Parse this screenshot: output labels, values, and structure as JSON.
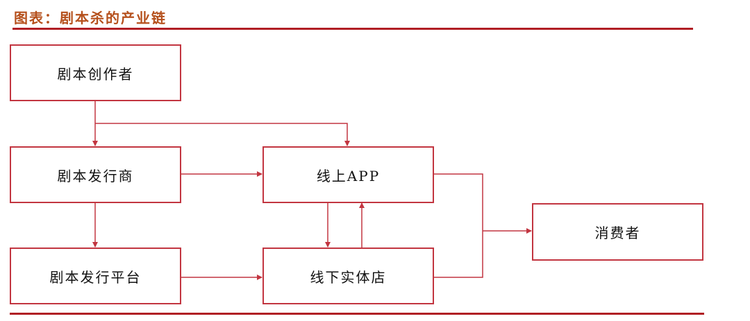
{
  "title": "图表：剧本杀的产业链",
  "nodes": {
    "creator": "剧本创作者",
    "publisher": "剧本发行商",
    "platform": "剧本发行平台",
    "online_app": "线上APP",
    "offline_store": "线下实体店",
    "consumer": "消费者"
  },
  "colors": {
    "accent": "#b01e24",
    "title": "#b5501c",
    "box_border": "#c23540"
  }
}
